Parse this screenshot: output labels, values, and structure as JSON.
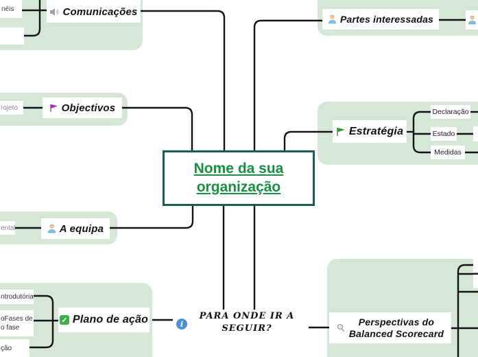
{
  "central": {
    "label": "Nome da sua organização"
  },
  "topics": {
    "comunicacoes": {
      "label": "Comunicações",
      "icon": "speaker-icon"
    },
    "objectivos": {
      "label": "Objectivos",
      "icon": "purple-flag-icon"
    },
    "equipa": {
      "label": "A equipa",
      "icon": "person-icon"
    },
    "partes": {
      "label": "Partes interessadas",
      "icon": "person-icon"
    },
    "estrategia": {
      "label": "Estratégia",
      "icon": "green-flag-icon",
      "children": [
        "Declaração",
        "Estado",
        "Medidas"
      ]
    },
    "plano": {
      "label": "Plano de ação",
      "icon": "checkmark-icon"
    },
    "perspectivas": {
      "label": "Perspectivas do Balanced Scorecard",
      "icon": "magnifier-icon"
    },
    "para_onde": {
      "label": "PARA ONDE IR A SEGUIR?",
      "icon": "info-icon"
    }
  },
  "clipped_fragments": {
    "neis": "néis",
    "rojeto": "rojeto",
    "ental": "ental",
    "ntrodutoria": "ntrodutória",
    "fases_line1": "oFases de",
    "fases_line2": "o fase",
    "cao": "ção"
  },
  "colors": {
    "branch_background": "#d6e7d7",
    "central_border": "#1d5b58",
    "central_text": "#179042",
    "connector": "#141414",
    "check_green": "#3fae49",
    "info_blue": "#4a90d9",
    "flag_purple": "#b01ec8",
    "flag_green": "#2e9e27"
  }
}
